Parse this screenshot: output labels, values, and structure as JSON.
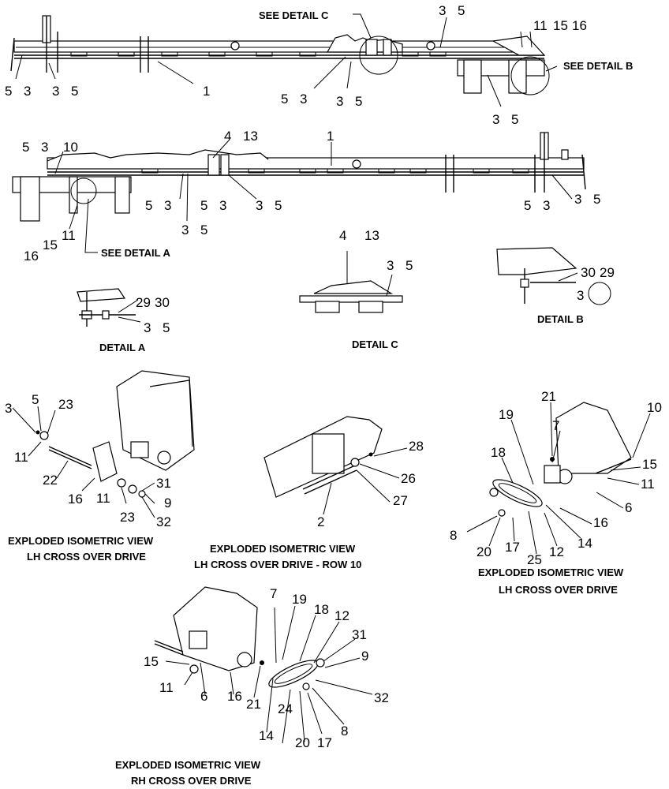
{
  "views": {
    "top": {
      "callouts": [
        "SEE DETAIL  C",
        "SEE DETAIL  B"
      ],
      "labels": [
        "5",
        "3",
        "3",
        "5",
        "1",
        "5",
        "3",
        "3",
        "5",
        "3",
        "5",
        "11",
        "15",
        "16",
        "3",
        "5"
      ]
    },
    "middle": {
      "callouts": [
        "SEE DETAIL  A"
      ],
      "labels": [
        "5",
        "3",
        "10",
        "4",
        "13",
        "1",
        "5",
        "3",
        "5",
        "3",
        "3",
        "5",
        "3",
        "5",
        "11",
        "15",
        "16",
        "5",
        "3",
        "3",
        "5"
      ]
    },
    "detail_a": {
      "caption": "DETAIL  A",
      "labels": [
        "29",
        "30",
        "3",
        "5"
      ]
    },
    "detail_b": {
      "caption": "DETAIL  B",
      "labels": [
        "30",
        "29",
        "3"
      ]
    },
    "detail_c": {
      "caption": "DETAIL  C",
      "labels": [
        "4",
        "13",
        "3",
        "5"
      ]
    },
    "iso_lh": {
      "caption1": "EXPLODED ISOMETRIC VIEW",
      "caption2": "LH CROSS OVER DRIVE",
      "labels": [
        "3",
        "5",
        "23",
        "11",
        "22",
        "16",
        "11",
        "23",
        "31",
        "9",
        "32"
      ]
    },
    "iso_row10": {
      "caption1": "EXPLODED ISOMETRIC VIEW",
      "caption2": "LH CROSS OVER DRIVE - ROW 10",
      "labels": [
        "28",
        "26",
        "27",
        "2"
      ]
    },
    "iso_lh2": {
      "caption1": "EXPLODED ISOMETRIC VIEW",
      "caption2": "LH CROSS OVER DRIVE",
      "labels": [
        "21",
        "10",
        "19",
        "7",
        "18",
        "15",
        "11",
        "6",
        "16",
        "8",
        "20",
        "17",
        "25",
        "12",
        "14"
      ]
    },
    "iso_rh": {
      "caption1": "EXPLODED ISOMETRIC VIEW",
      "caption2": "RH CROSS OVER DRIVE",
      "labels": [
        "7",
        "19",
        "18",
        "12",
        "31",
        "9",
        "15",
        "11",
        "6",
        "16",
        "21",
        "24",
        "32",
        "8",
        "14",
        "20",
        "17"
      ]
    }
  }
}
